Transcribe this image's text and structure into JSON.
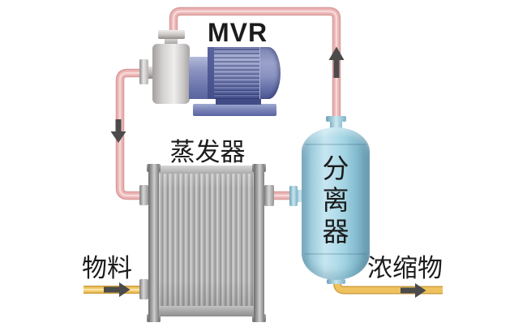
{
  "diagram": {
    "type": "process-flow",
    "labels": {
      "compressor": "MVR",
      "evaporator": "蒸发器",
      "separator": "分离器",
      "feed": "物料",
      "concentrate": "浓缩物"
    },
    "colors": {
      "vapor_pipe": "#ecb4b4",
      "product_pipe": "#eec35f",
      "separator_shell": "#aed8e6",
      "motor_blue": "#7e88b9",
      "compressor_silver": "#d4d1d1",
      "evaporator_gray": "#b4b4b4",
      "flow_arrow": "#4b4b4b",
      "label_text": "#1c1c1c"
    }
  }
}
